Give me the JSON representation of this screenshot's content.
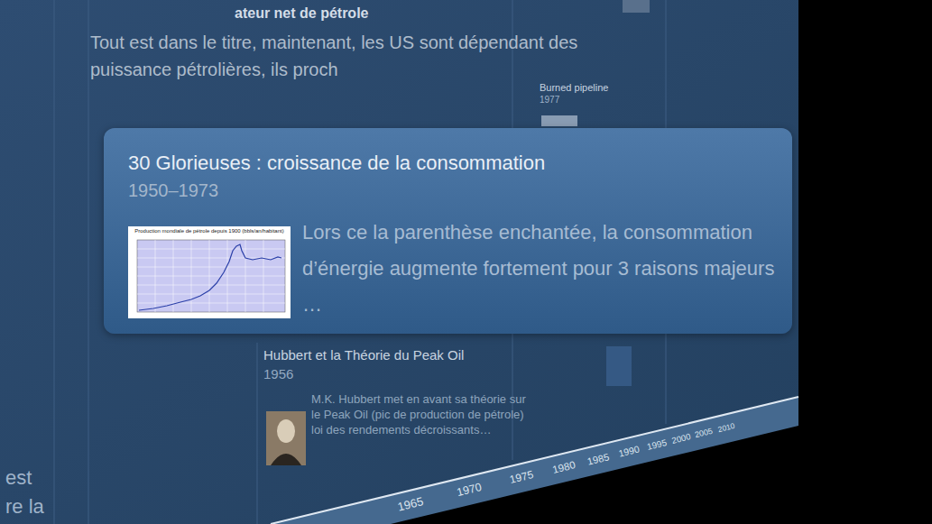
{
  "diagram": {
    "nodes": [
      {
        "text": [
          "ateur net de pétrole",
          "Tout est dans le titre, maintenant, les US sont dépendant des puissance pétrolières, ils proch"
        ]
      },
      {
        "text": [
          "Burned pipeline",
          "1977"
        ]
      },
      {
        "text": [
          "30 Glorieuses : croissance de la consommation",
          "1950–1973",
          "Lors ce la parenthèse enchantée, la consommation d’énergie augmente fortement pour 3 raisons majeurs …"
        ]
      },
      {
        "text": [
          "Hubbert et la Théorie du Peak Oil",
          "1956",
          "M.K. Hubbert met en avant sa théorie sur le Peak Oil (pic de production de pétrole) loi des rendements décroissants…"
        ]
      }
    ],
    "labels": [
      "Production mondiale de pétrole depuis 1900 (bbls/an/habitant)",
      "1965",
      "1970",
      "1975",
      "1980",
      "1985",
      "1990",
      "1995",
      "2000",
      "2005",
      "2010",
      "est",
      "re la"
    ]
  }
}
